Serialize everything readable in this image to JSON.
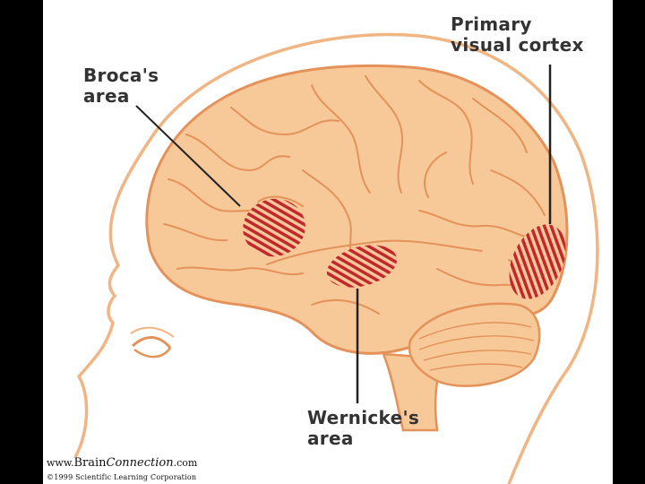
{
  "labels": {
    "broca": "Broca's\narea",
    "primary_visual": "Primary\nvisual cortex",
    "wernicke": "Wernicke's\narea"
  },
  "credit": {
    "url_prefix": "www.",
    "url_brain": "Brain",
    "url_connection": "Connection",
    "url_suffix": ".com",
    "copyright": "©1999 Scientific Learning Corporation"
  },
  "colors": {
    "brain_fill": "#f7c898",
    "brain_outline": "#e4925a",
    "region_stripe": "#c1272d",
    "head_outline": "#f0b582"
  }
}
